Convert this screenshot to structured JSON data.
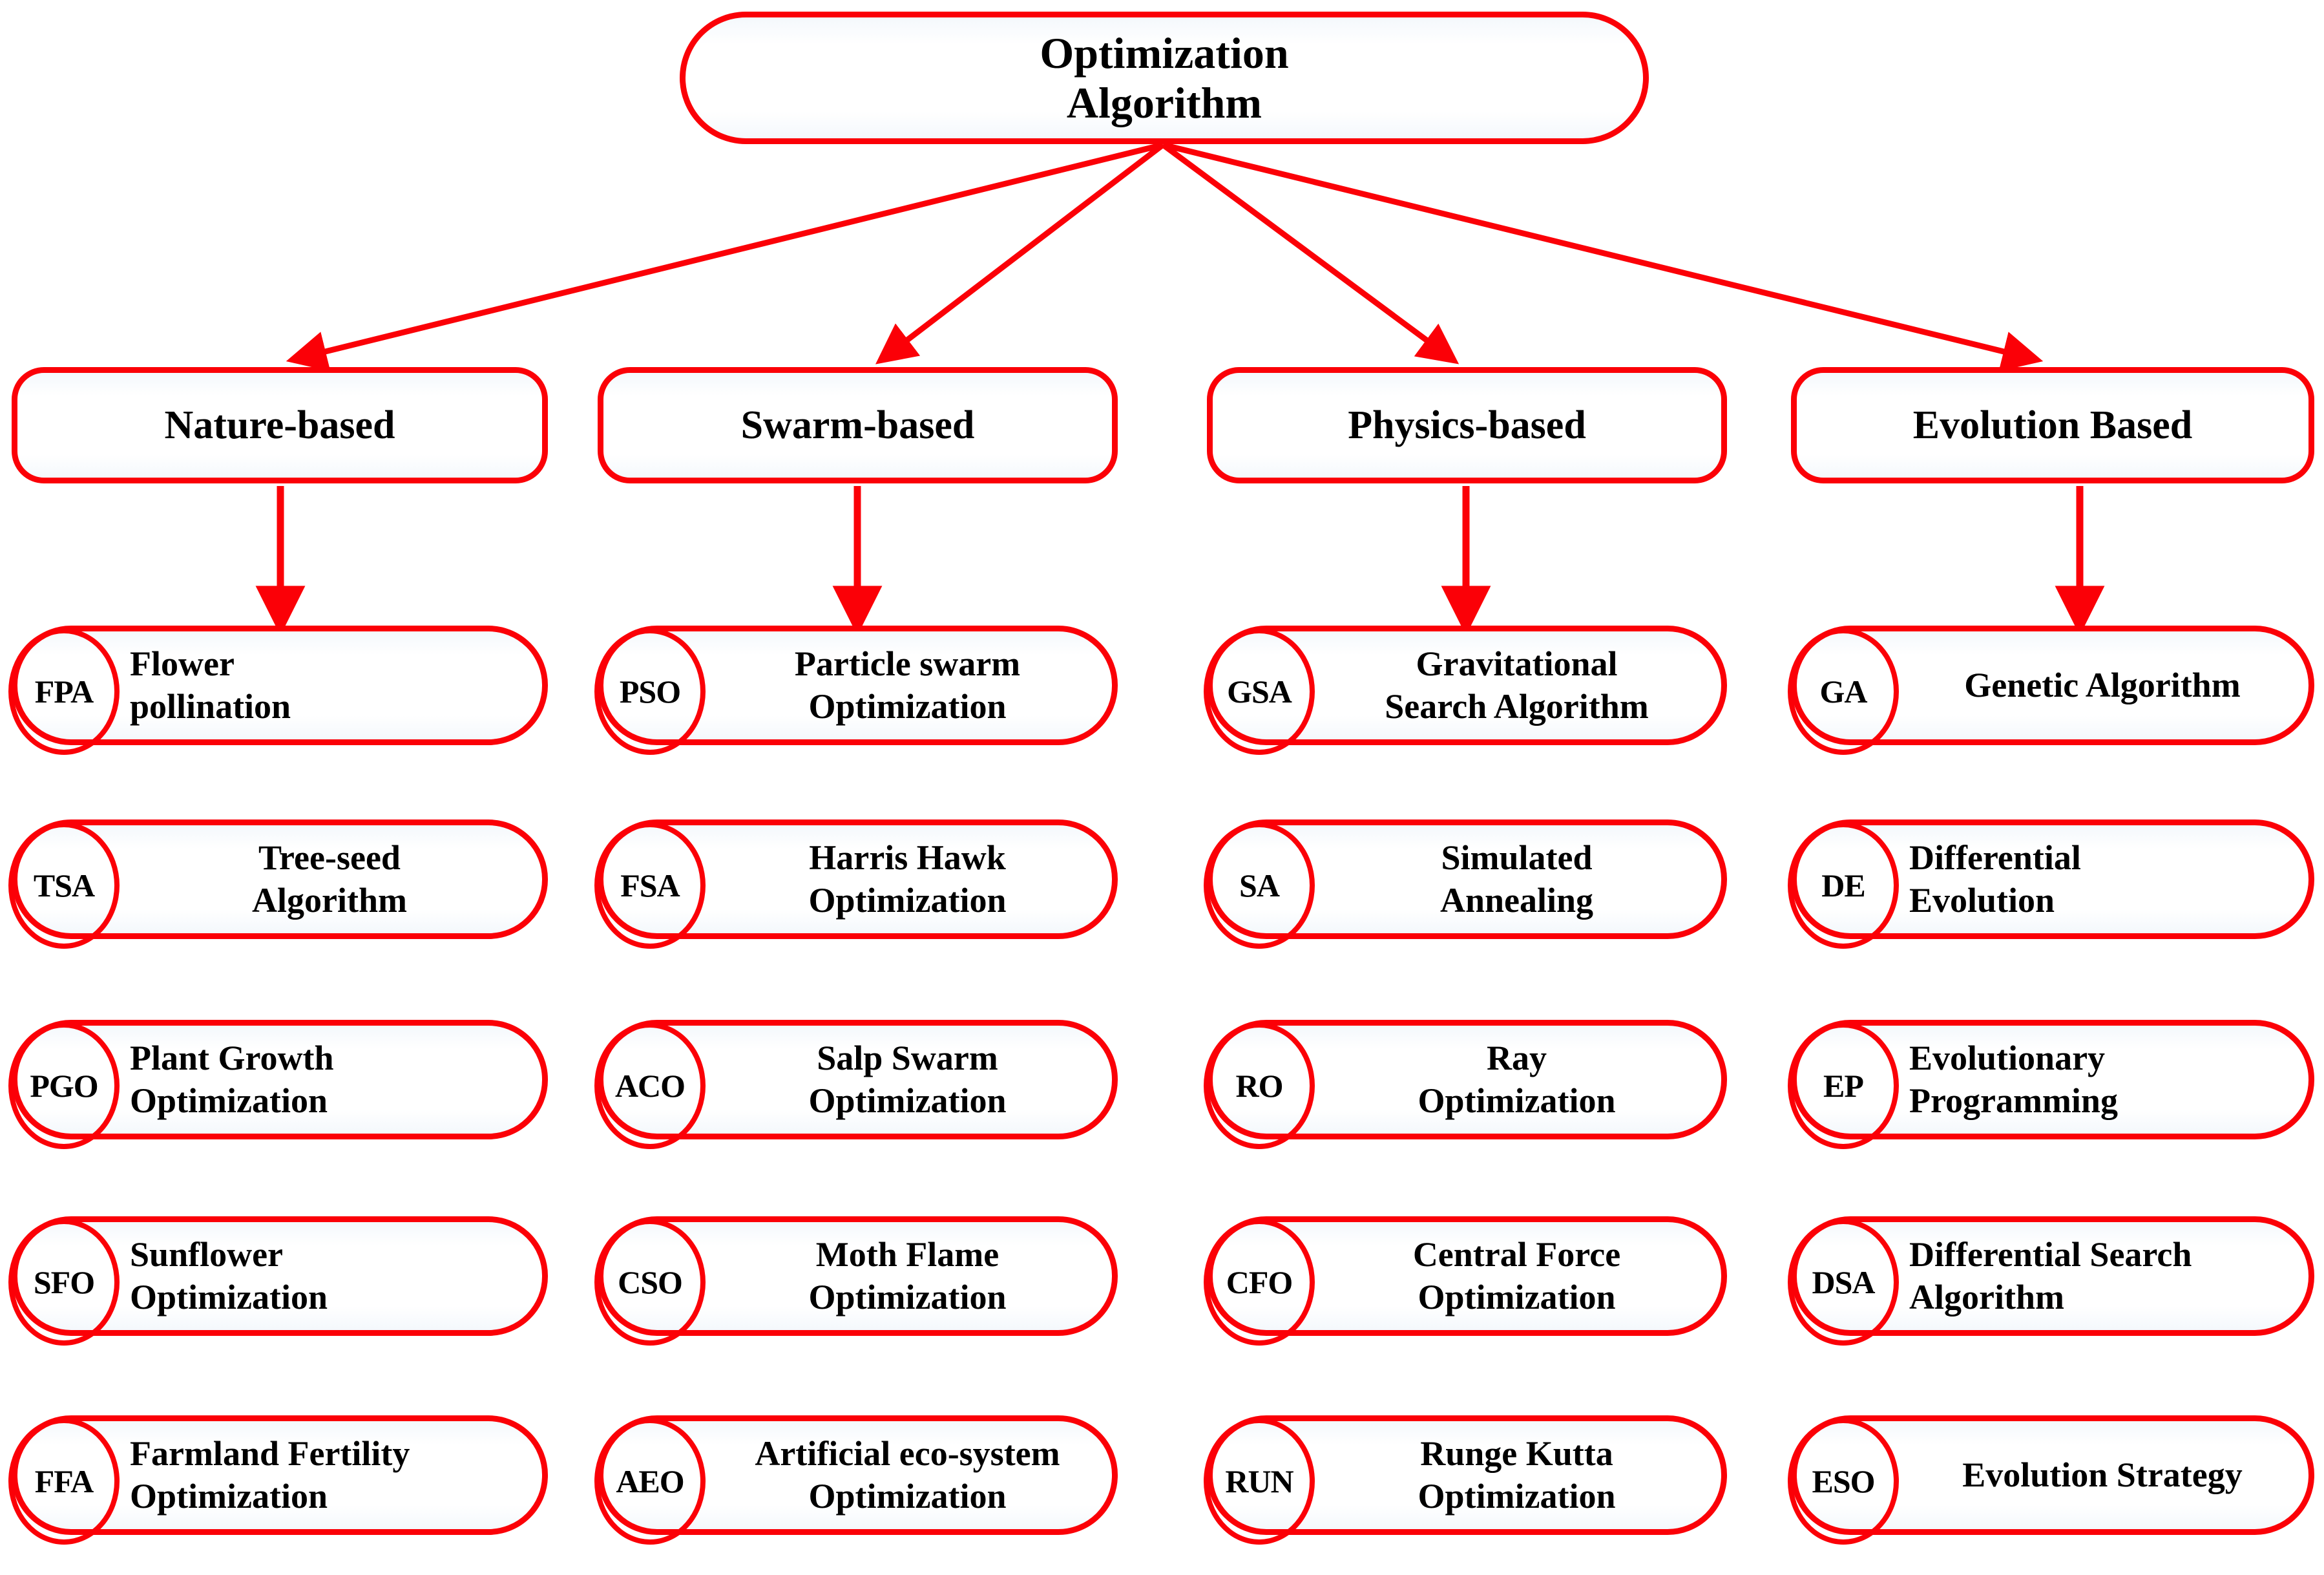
{
  "title": "Optimization Algorithm Taxonomy",
  "theme": {
    "accent": "#fb0007",
    "text": "#000000",
    "background": "#ffffff"
  },
  "root": {
    "label": "Optimization\nAlgorithm"
  },
  "categories": [
    {
      "label": "Nature-based"
    },
    {
      "label": "Swarm-based"
    },
    {
      "label": "Physics-based"
    },
    {
      "label": "Evolution Based"
    }
  ],
  "columns": [
    {
      "category": "Nature-based",
      "items": [
        {
          "abbr": "FPA",
          "label": "Flower\npollination",
          "align": "left"
        },
        {
          "abbr": "TSA",
          "label": "Tree-seed\nAlgorithm",
          "align": "center"
        },
        {
          "abbr": "PGO",
          "label": "Plant Growth\nOptimization",
          "align": "left"
        },
        {
          "abbr": "SFO",
          "label": "Sunflower\nOptimization",
          "align": "left"
        },
        {
          "abbr": "FFA",
          "label": "Farmland Fertility\nOptimization",
          "align": "left"
        }
      ]
    },
    {
      "category": "Swarm-based",
      "items": [
        {
          "abbr": "PSO",
          "label": "Particle swarm\nOptimization",
          "align": "center"
        },
        {
          "abbr": "FSA",
          "label": "Harris Hawk\nOptimization",
          "align": "center"
        },
        {
          "abbr": "ACO",
          "label": "Salp Swarm\nOptimization",
          "align": "center"
        },
        {
          "abbr": "CSO",
          "label": "Moth Flame\nOptimization",
          "align": "center"
        },
        {
          "abbr": "AEO",
          "label": "Artificial eco-system\nOptimization",
          "align": "center"
        }
      ]
    },
    {
      "category": "Physics-based",
      "items": [
        {
          "abbr": "GSA",
          "label": "Gravitational\nSearch Algorithm",
          "align": "center"
        },
        {
          "abbr": "SA",
          "label": "Simulated\nAnnealing",
          "align": "center"
        },
        {
          "abbr": "RO",
          "label": "Ray\nOptimization",
          "align": "center"
        },
        {
          "abbr": "CFO",
          "label": "Central Force\nOptimization",
          "align": "center"
        },
        {
          "abbr": "RUN",
          "label": "Runge Kutta\nOptimization",
          "align": "center"
        }
      ]
    },
    {
      "category": "Evolution Based",
      "items": [
        {
          "abbr": "GA",
          "label": "Genetic Algorithm",
          "align": "center"
        },
        {
          "abbr": "DE",
          "label": "Differential\nEvolution",
          "align": "left"
        },
        {
          "abbr": "EP",
          "label": "Evolutionary\nProgramming",
          "align": "left"
        },
        {
          "abbr": "DSA",
          "label": "Differential Search\nAlgorithm",
          "align": "left"
        },
        {
          "abbr": "ESO",
          "label": "Evolution Strategy",
          "align": "center"
        }
      ]
    }
  ]
}
